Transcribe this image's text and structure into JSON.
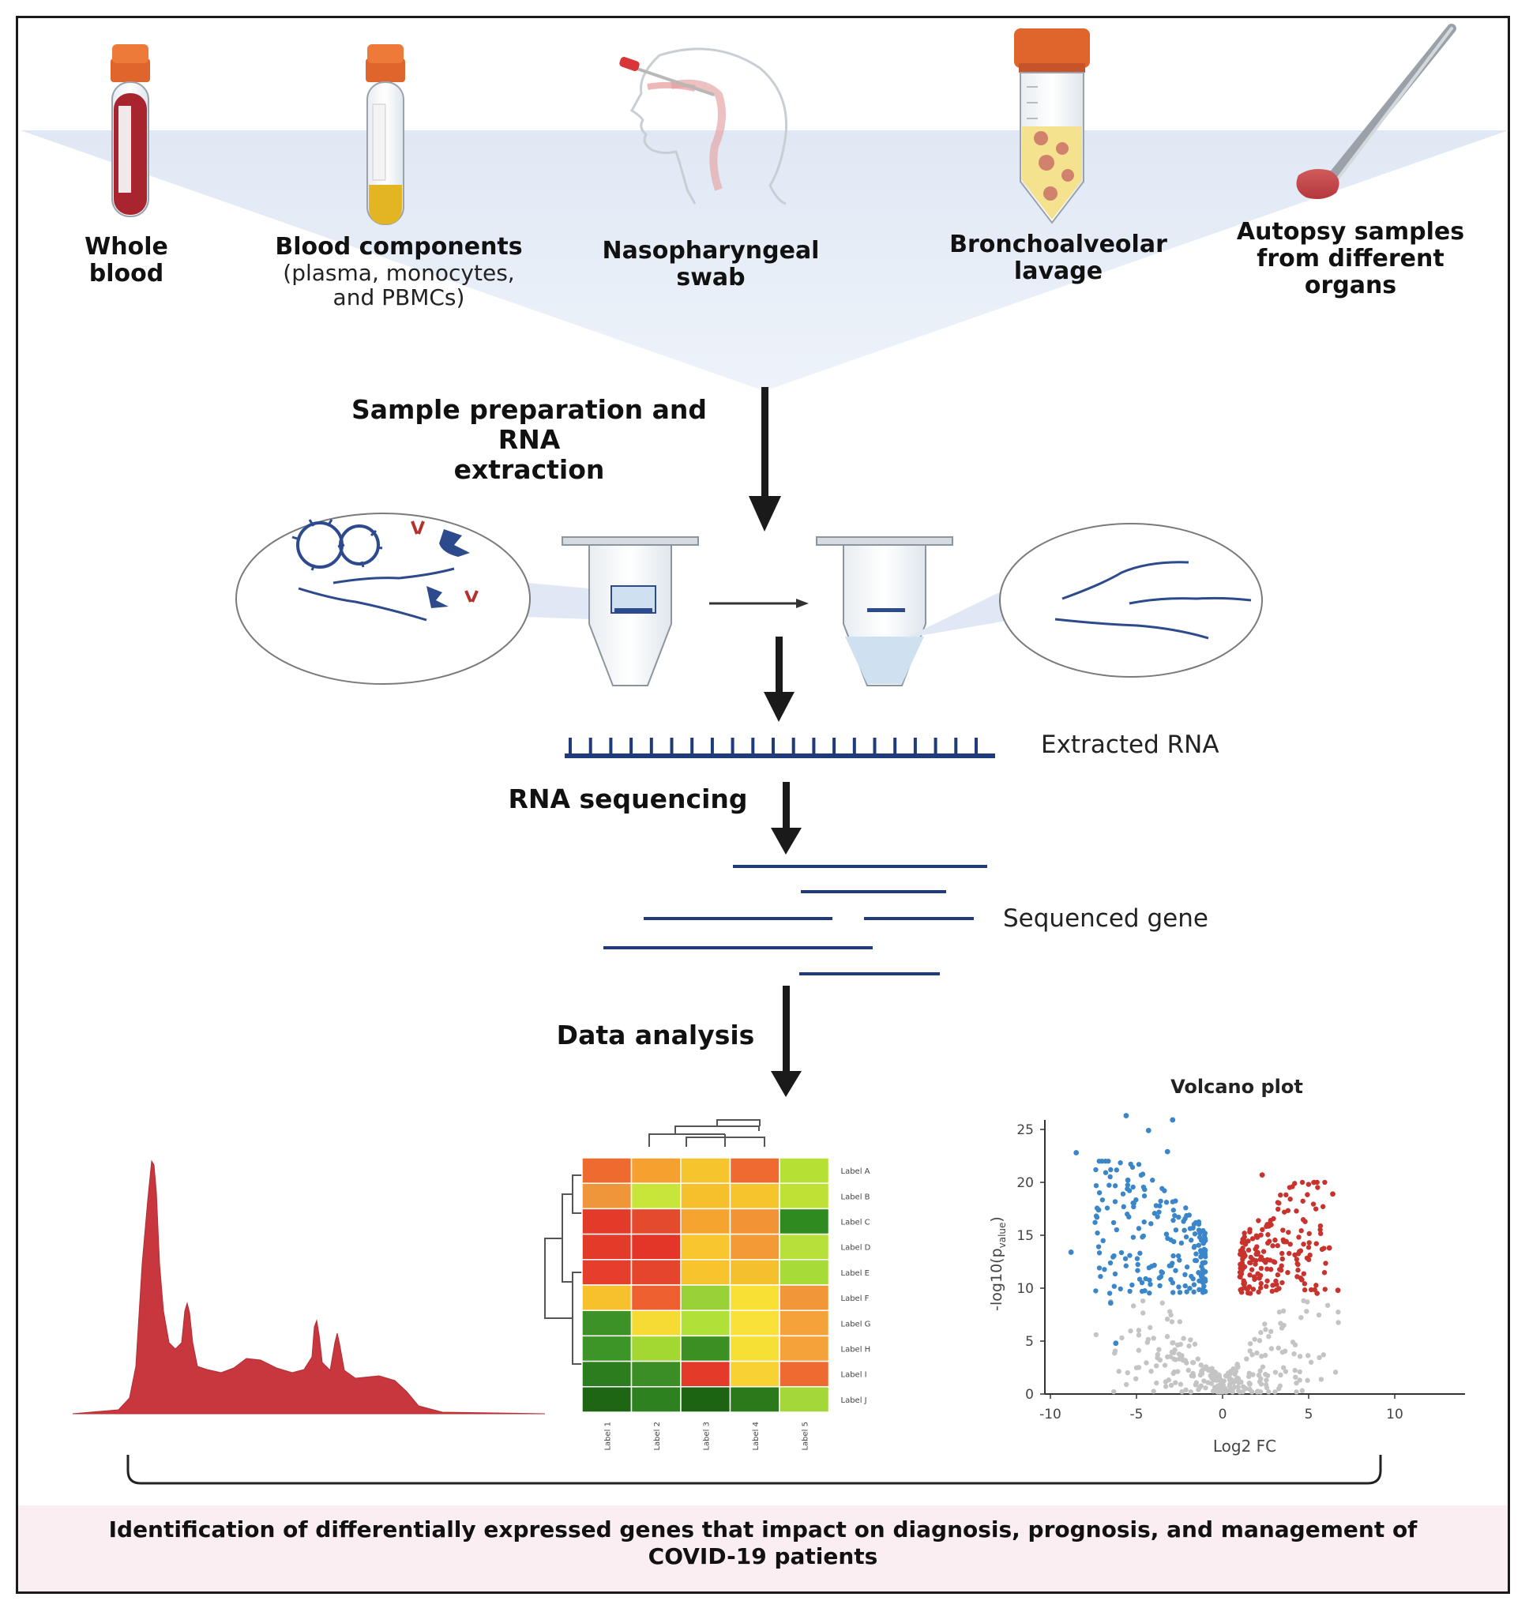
{
  "samples": {
    "whole_blood": "Whole\nblood",
    "blood_components": "Blood components",
    "blood_components_sub": "(plasma, monocytes,\nand PBMCs)",
    "nasopharyngeal": "Nasopharyngeal\nswab",
    "bronchoalveolar": "Bronchoalveolar\nlavage",
    "autopsy": "Autopsy samples\nfrom different\norgans"
  },
  "steps": {
    "prep": "Sample preparation and RNA\nextraction",
    "extracted_rna": "Extracted RNA",
    "sequencing": "RNA sequencing",
    "sequenced_gene": "Sequenced gene",
    "analysis": "Data analysis"
  },
  "heatmap": {
    "row_labels": [
      "Label A",
      "Label B",
      "Label C",
      "Label D",
      "Label E",
      "Label F",
      "Label G",
      "Label H",
      "Label I",
      "Label J"
    ],
    "col_labels": [
      "Label 1",
      "Label 2",
      "Label 3",
      "Label 4",
      "Label 5"
    ],
    "cells": [
      [
        "#ef6a2e",
        "#f6a12f",
        "#f6c42c",
        "#ee6a30",
        "#b6e034"
      ],
      [
        "#f0963a",
        "#c8e53a",
        "#f5c02c",
        "#f6c42c",
        "#bfe035"
      ],
      [
        "#e33b2a",
        "#e44a2c",
        "#f5a42f",
        "#f29436",
        "#2f8a1f"
      ],
      [
        "#e33b2a",
        "#e33628",
        "#f8c730",
        "#f39a37",
        "#b7e03a"
      ],
      [
        "#e53e2c",
        "#e5452c",
        "#f7c42e",
        "#f4c02d",
        "#a7dc38"
      ],
      [
        "#f6c12c",
        "#ef6030",
        "#98d236",
        "#f8e034",
        "#f29739"
      ],
      [
        "#3c9226",
        "#f6db34",
        "#b1e037",
        "#f9e13a",
        "#f6a23a"
      ],
      [
        "#3d9427",
        "#a3d832",
        "#3b8f23",
        "#f7e036",
        "#f6a23a"
      ],
      [
        "#2b7d1d",
        "#3a8e25",
        "#e33a2a",
        "#f7d232",
        "#ef6a30"
      ],
      [
        "#1e6614",
        "#2d821f",
        "#1c6312",
        "#2a7a1c",
        "#a2d839"
      ]
    ]
  },
  "volcano": {
    "title": "Volcano plot",
    "xlabel": "Log2 FC",
    "ylabel": "-log10(p",
    "ylabel_sub": "value",
    "ylabel_close": ")",
    "x_ticks": [
      "-10",
      "-5",
      "0",
      "5",
      "10"
    ],
    "y_ticks": [
      "0",
      "5",
      "10",
      "15",
      "20",
      "25"
    ],
    "colors": {
      "down": "#3b86c8",
      "up": "#c8332e",
      "ns": "#c4c4c4"
    }
  },
  "conclusion": "Identification of differentially expressed genes that impact on diagnosis, prognosis, and management of\nCOVID-19 patients"
}
